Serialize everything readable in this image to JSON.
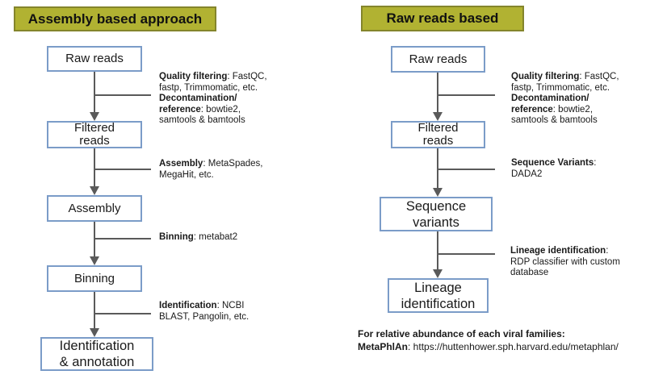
{
  "colors": {
    "title_bg": "#b1b232",
    "title_border": "#84852c",
    "box_border": "#7b9cc8",
    "connector_line": "#5a5a5a",
    "text": "#1a1a1a"
  },
  "left": {
    "title": "Assembly based approach",
    "boxes": [
      {
        "label": "Raw reads"
      },
      {
        "label": "Filtered\nreads"
      },
      {
        "label": "Assembly"
      },
      {
        "label": "Binning"
      },
      {
        "label": "Identification\n& annotation"
      }
    ],
    "annotations": [
      {
        "lines": [
          [
            {
              "t": "Quality filtering",
              "b": true
            },
            {
              "t": ": FastQC,",
              "b": false
            }
          ],
          [
            {
              "t": "fastp, Trimmomatic, etc.",
              "b": false
            }
          ],
          [
            {
              "t": "Decontamination/",
              "b": true
            }
          ],
          [
            {
              "t": "reference",
              "b": true
            },
            {
              "t": ": bowtie2,",
              "b": false
            }
          ],
          [
            {
              "t": "samtools & bamtools",
              "b": false
            }
          ]
        ]
      },
      {
        "lines": [
          [
            {
              "t": "Assembly",
              "b": true
            },
            {
              "t": ": MetaSpades,",
              "b": false
            }
          ],
          [
            {
              "t": "MegaHit, etc.",
              "b": false
            }
          ]
        ]
      },
      {
        "lines": [
          [
            {
              "t": "Binning",
              "b": true
            },
            {
              "t": ": metabat2",
              "b": false
            }
          ]
        ]
      },
      {
        "lines": [
          [
            {
              "t": "Identification",
              "b": true
            },
            {
              "t": ": NCBI",
              "b": false
            }
          ],
          [
            {
              "t": "BLAST, Pangolin, etc.",
              "b": false
            }
          ]
        ]
      }
    ]
  },
  "right": {
    "title": "Raw reads based",
    "boxes": [
      {
        "label": "Raw reads"
      },
      {
        "label": "Filtered\nreads"
      },
      {
        "label": "Sequence\nvariants"
      },
      {
        "label": "Lineage\nidentification"
      }
    ],
    "annotations": [
      {
        "lines": [
          [
            {
              "t": "Quality filtering",
              "b": true
            },
            {
              "t": ": FastQC,",
              "b": false
            }
          ],
          [
            {
              "t": "fastp, Trimmomatic, etc.",
              "b": false
            }
          ],
          [
            {
              "t": "Decontamination/",
              "b": true
            }
          ],
          [
            {
              "t": "reference",
              "b": true
            },
            {
              "t": ": bowtie2,",
              "b": false
            }
          ],
          [
            {
              "t": "samtools & bamtools",
              "b": false
            }
          ]
        ]
      },
      {
        "lines": [
          [
            {
              "t": "Sequence Variants",
              "b": true
            },
            {
              "t": ":",
              "b": false
            }
          ],
          [
            {
              "t": "DADA2",
              "b": false
            }
          ]
        ]
      },
      {
        "lines": [
          [
            {
              "t": "Lineage identification",
              "b": true
            },
            {
              "t": ":",
              "b": false
            }
          ],
          [
            {
              "t": "RDP classifier with custom",
              "b": false
            }
          ],
          [
            {
              "t": "database",
              "b": false
            }
          ]
        ]
      }
    ],
    "footnote": {
      "lines": [
        [
          {
            "t": "For relative abundance of each viral families:",
            "b": true
          }
        ],
        [
          {
            "t": "MetaPhlAn",
            "b": true
          },
          {
            "t": ": https://huttenhower.sph.harvard.edu/metaphlan/",
            "b": false
          }
        ]
      ]
    }
  }
}
